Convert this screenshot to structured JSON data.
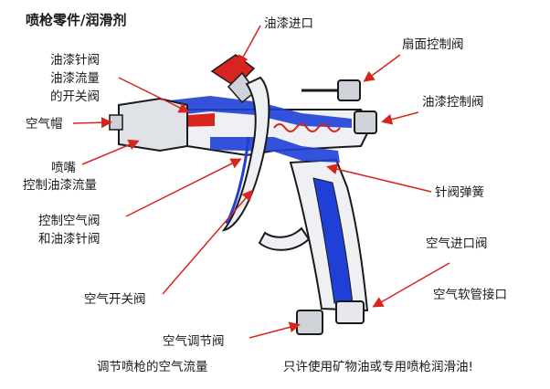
{
  "title": "喷枪零件/润滑剂",
  "colors": {
    "accent_red": "#d8241f",
    "spray_blue": "#1f3fd6",
    "gun_metal": "#cfd2d8",
    "outline": "#1a1a1a"
  },
  "labels": {
    "paint_inlet": "油漆进口",
    "fan_control": "扇面控制阀",
    "paint_needle_1": "油漆针阀",
    "paint_needle_2": "油漆流量",
    "paint_needle_3": "的开关阀",
    "paint_control": "油漆控制阀",
    "air_cap": "空气帽",
    "nozzle_1": "喷嘴",
    "nozzle_2": "控制油漆流量",
    "needle_spring": "针阀弹簧",
    "air_paint_1": "控制空气阀",
    "air_paint_2": "和油漆针阀",
    "air_inlet_valve": "空气进口阀",
    "air_switch": "空气开关阀",
    "hose_connector": "空气软管接口",
    "air_adjust_1": "空气调节阀",
    "air_adjust_2": "调节喷枪的空气流量",
    "lubricant_note": "只许使用矿物油或专用喷枪润滑油!"
  }
}
